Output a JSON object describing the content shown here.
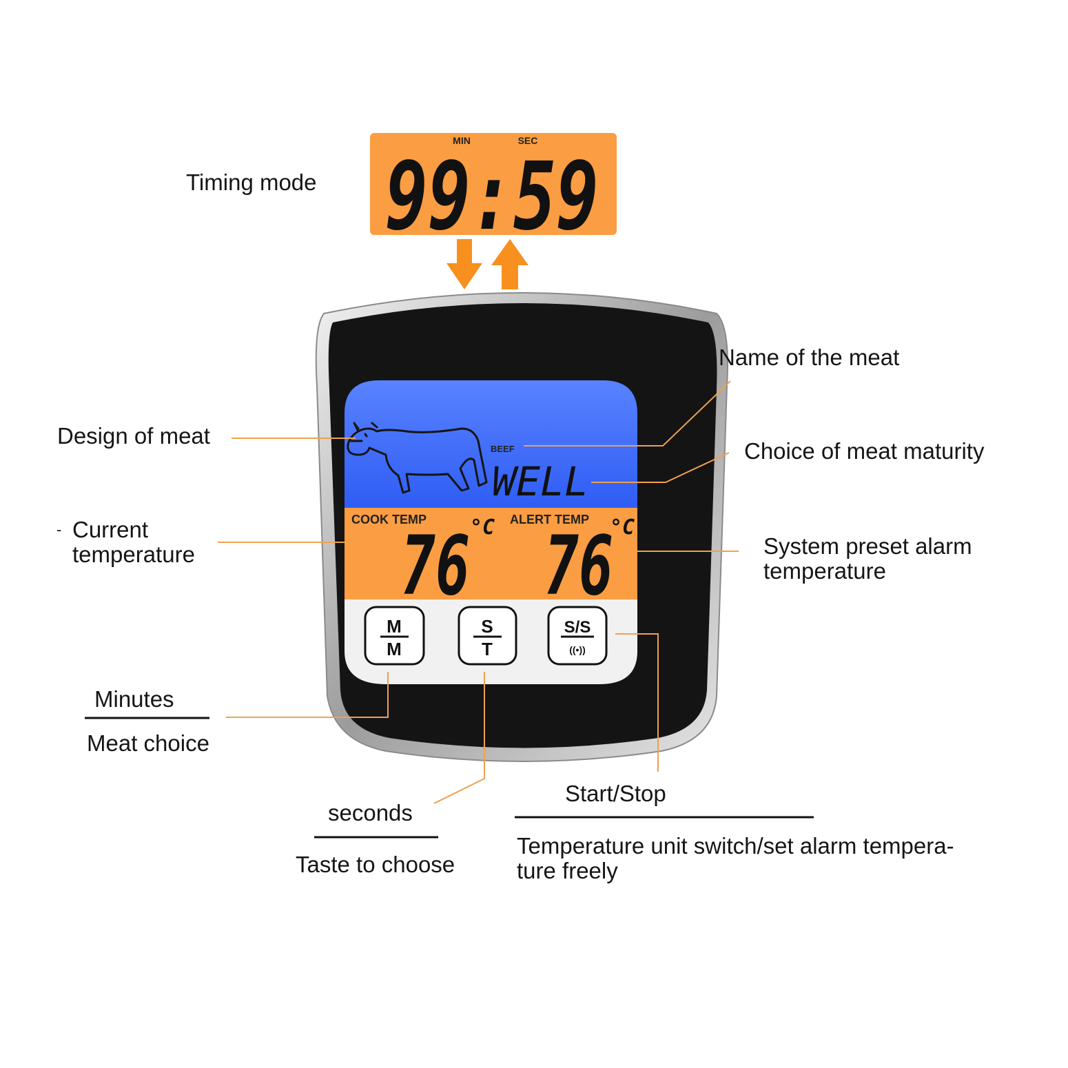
{
  "timer": {
    "min_label": "MIN",
    "sec_label": "SEC",
    "display": "99:59"
  },
  "screen": {
    "meat_name": "BEEF",
    "maturity": "WELL",
    "cook_temp_label": "COOK TEMP",
    "alert_temp_label": "ALERT TEMP",
    "cook_temp_value": "76",
    "alert_temp_value": "76",
    "unit": "°C"
  },
  "buttons": {
    "mm": {
      "top": "M",
      "bottom": "M"
    },
    "st": {
      "top": "S",
      "bottom": "T"
    },
    "ss": {
      "top": "S/S",
      "bottom": "((•))"
    }
  },
  "labels": {
    "timing_mode": "Timing mode",
    "name_of_meat": "Name of the meat",
    "design_of_meat": "Design of meat",
    "meat_maturity": "Choice of meat maturity",
    "current_temp_dash": "-",
    "current_temp_line1": "Current",
    "current_temp_line2": "temperature",
    "alarm_temp_line1": "System preset alarm",
    "alarm_temp_line2": "temperature",
    "minutes": "Minutes",
    "meat_choice": "Meat choice",
    "seconds": "seconds",
    "taste_to_choose": "Taste to choose",
    "start_stop": "Start/Stop",
    "temp_switch_line1": "Temperature unit switch/set alarm tempera-",
    "temp_switch_line2": "ture freely"
  },
  "colors": {
    "orange": "#FB9D42",
    "blue": "#3F6BFF",
    "bezel": "#141414",
    "leader": "#F0A050"
  }
}
